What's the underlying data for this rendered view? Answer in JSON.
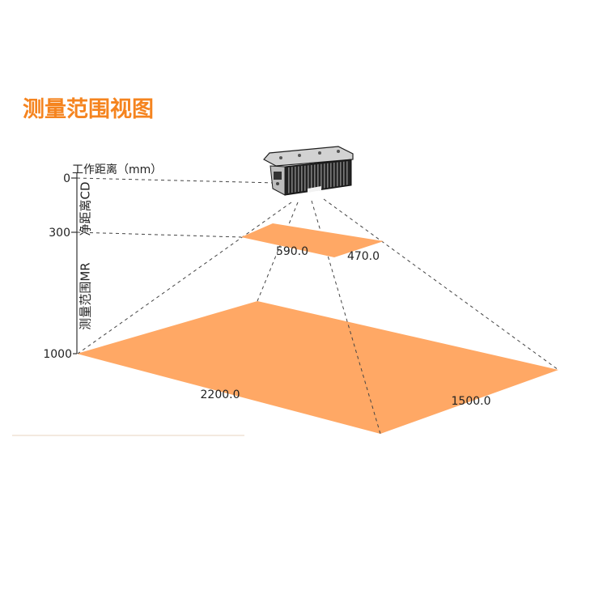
{
  "title": "测量范围视图",
  "axis": {
    "label": "工作距离（mm）",
    "ticks": [
      "0",
      "300",
      "1000"
    ],
    "clear_distance_label": "净距离CD",
    "measuring_range_label": "测量范围MR"
  },
  "near_plane": {
    "width_label": "590.0",
    "depth_label": "470.0"
  },
  "far_plane": {
    "width_label": "2200.0",
    "depth_label": "1500.0"
  },
  "colors": {
    "title": "#F5841F",
    "plane": "#FFA865",
    "lines": "#444444"
  }
}
